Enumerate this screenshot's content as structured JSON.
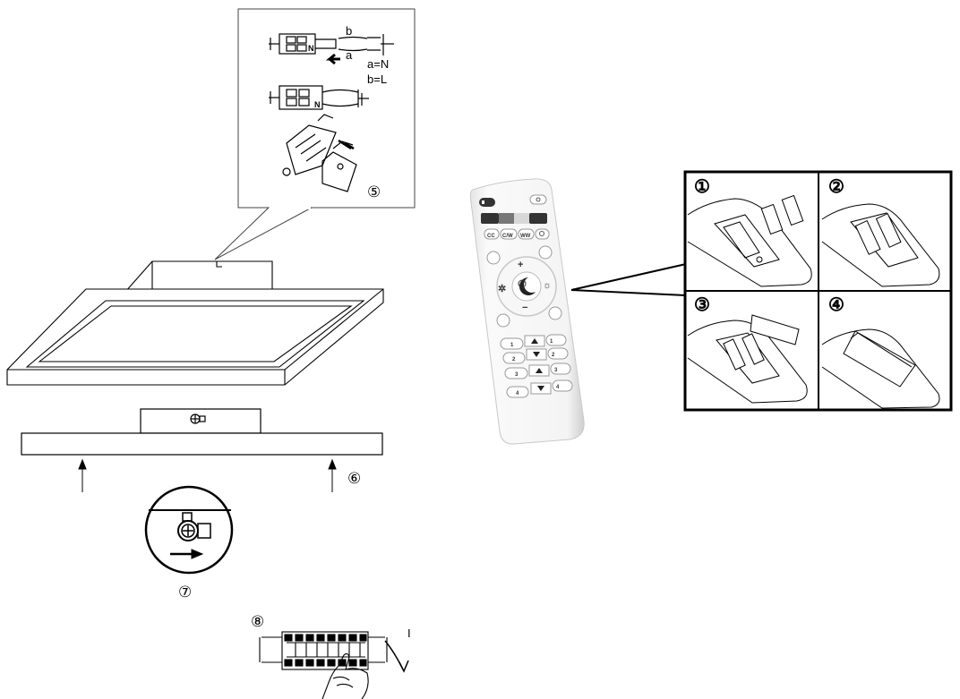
{
  "wiring": {
    "wire_b": "b",
    "wire_a": "a",
    "legend_n": "a=N",
    "legend_l": "b=L",
    "step": "⑤"
  },
  "mounting": {
    "step_bolts": "⑥",
    "step_slide": "⑦",
    "step_breaker": "⑧",
    "breaker_on": "I"
  },
  "remote": {
    "cc": "CC",
    "cw": "C/W",
    "ww": "WW",
    "plus": "+",
    "minus": "−",
    "scene_labels": [
      "1",
      "2",
      "3",
      "4"
    ]
  },
  "battery": {
    "steps": [
      "①",
      "②",
      "③",
      "④"
    ]
  }
}
